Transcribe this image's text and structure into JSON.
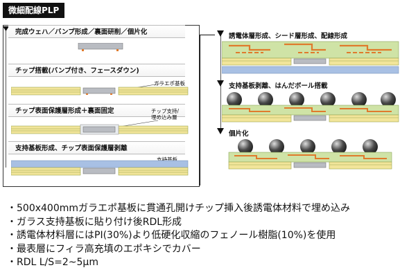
{
  "title": "微細配線PLP",
  "left_steps": [
    {
      "label": "完成ウェハ／バンプ形成／裏面研削／個片化"
    },
    {
      "label": "チップ搭載(バンプ付き、フェースダウン)",
      "callout": "ガラエポ基板"
    },
    {
      "label": "チップ表面保護層形成＋裏面固定",
      "callout_lines": [
        "チップ支持/",
        "埋め込み層"
      ]
    },
    {
      "label": "支持基板形成、チップ表面保護層剥離",
      "callout": "支持基板"
    }
  ],
  "right_steps": [
    {
      "label": "誘電体層形成、シード層形成、配線形成"
    },
    {
      "label": "支持基板剥離、はんだボール搭載"
    },
    {
      "label": "個片化"
    }
  ],
  "bullets": [
    "・500x400mmガラエポ基板に貫通孔開けチップ挿入後誘電体材料で埋め込み",
    "・ガラス支持基板に貼り付け後RDL形成",
    "・誘電体材料層にはPI(30%)より低硬化収縮のフェノール樹脂(10%)を使用",
    "・最表層にフィラ高充填のエポキシでカバー",
    "・RDL L/S=2~5μm"
  ],
  "colors": {
    "glass_epoxy": "#f2e59a",
    "glass_epoxy_stripe": "#9aa54e",
    "chip": "#b9bcc2",
    "support": "#a8c0e4",
    "dielectric": "#cfe3a6",
    "rdl": "#e07a2c",
    "solder_ball": "#4a4a4a"
  }
}
